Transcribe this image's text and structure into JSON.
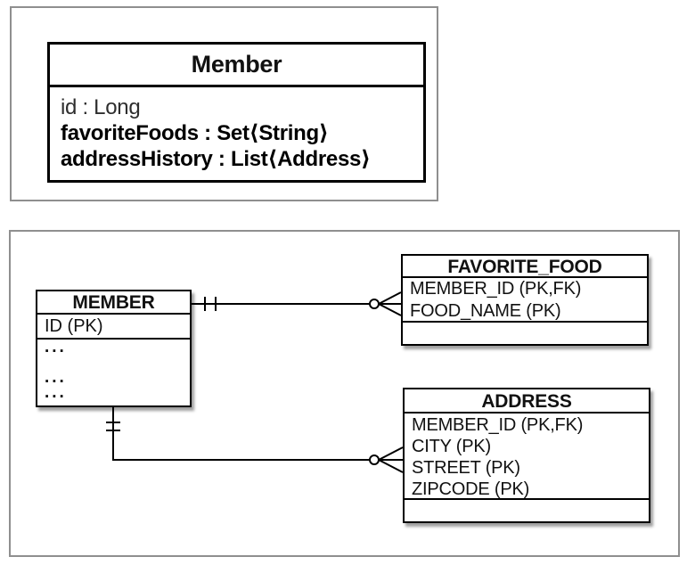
{
  "uml_panel": {
    "class_name": "Member",
    "attributes": [
      "id : Long",
      "favoriteFoods : Set⟨String⟩",
      "addressHistory : List⟨Address⟩"
    ]
  },
  "er_panel": {
    "tables": {
      "member": {
        "title": "MEMBER",
        "pk_row": "ID (PK)",
        "ellipsis_rows": [
          "...",
          "...",
          "..."
        ]
      },
      "favorite_food": {
        "title": "FAVORITE_FOOD",
        "rows": [
          "MEMBER_ID (PK,FK)",
          "FOOD_NAME (PK)"
        ]
      },
      "address": {
        "title": "ADDRESS",
        "rows": [
          "MEMBER_ID (PK,FK)",
          "CITY (PK)",
          "STREET (PK)",
          "ZIPCODE (PK)"
        ]
      }
    },
    "relationships": [
      {
        "from": "MEMBER",
        "to": "FAVORITE_FOOD",
        "from_notation": "one-and-only-one (||)",
        "to_notation": "zero-or-many (circle + crow's foot)"
      },
      {
        "from": "MEMBER",
        "to": "ADDRESS",
        "from_notation": "one-and-only-one (||)",
        "to_notation": "zero-or-many (circle + crow's foot)"
      }
    ]
  },
  "colors": {
    "background": "#ffffff",
    "box_border": "#000000",
    "panel_border": "#8f8f8f",
    "text": "#111111",
    "muted_attribute_text": "#2e2e2e"
  }
}
